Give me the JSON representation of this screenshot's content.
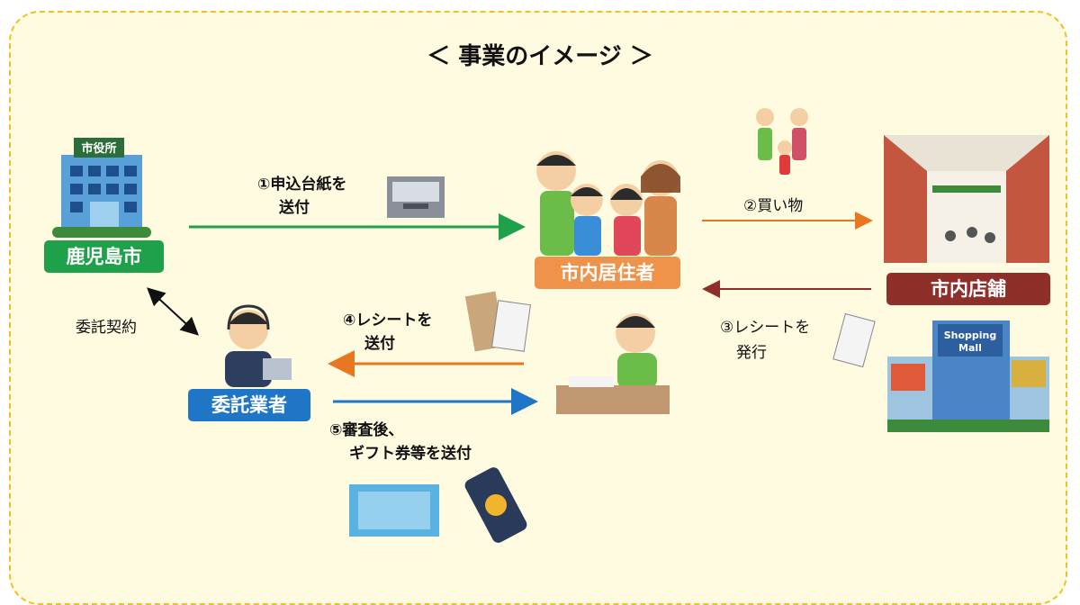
{
  "title": "＜ 事業のイメージ ＞",
  "nodes": {
    "city": "鹿児島市",
    "residents": "市内居住者",
    "stores": "市内店舗",
    "contractor": "委託業者"
  },
  "flows": {
    "step1_line1": "①申込台紙を",
    "step1_line2": "送付",
    "step2": "②買い物",
    "step3_line1": "③レシートを",
    "step3_line2": "発行",
    "step4_line1": "④レシートを",
    "step4_line2": "送付",
    "step5_line1": "⑤審査後、",
    "step5_line2": "ギフト券等を送付",
    "contract": "委託契約"
  },
  "illustration_text": {
    "city_hall_sign": "市役所",
    "mall_sign_line1": "Shopping",
    "mall_sign_line2": "Mall"
  },
  "colors": {
    "green": "#1fa04a",
    "orange": "#e87722",
    "maroon": "#8e2f2a",
    "blue": "#1f76c6",
    "frame": "#f0c020"
  }
}
